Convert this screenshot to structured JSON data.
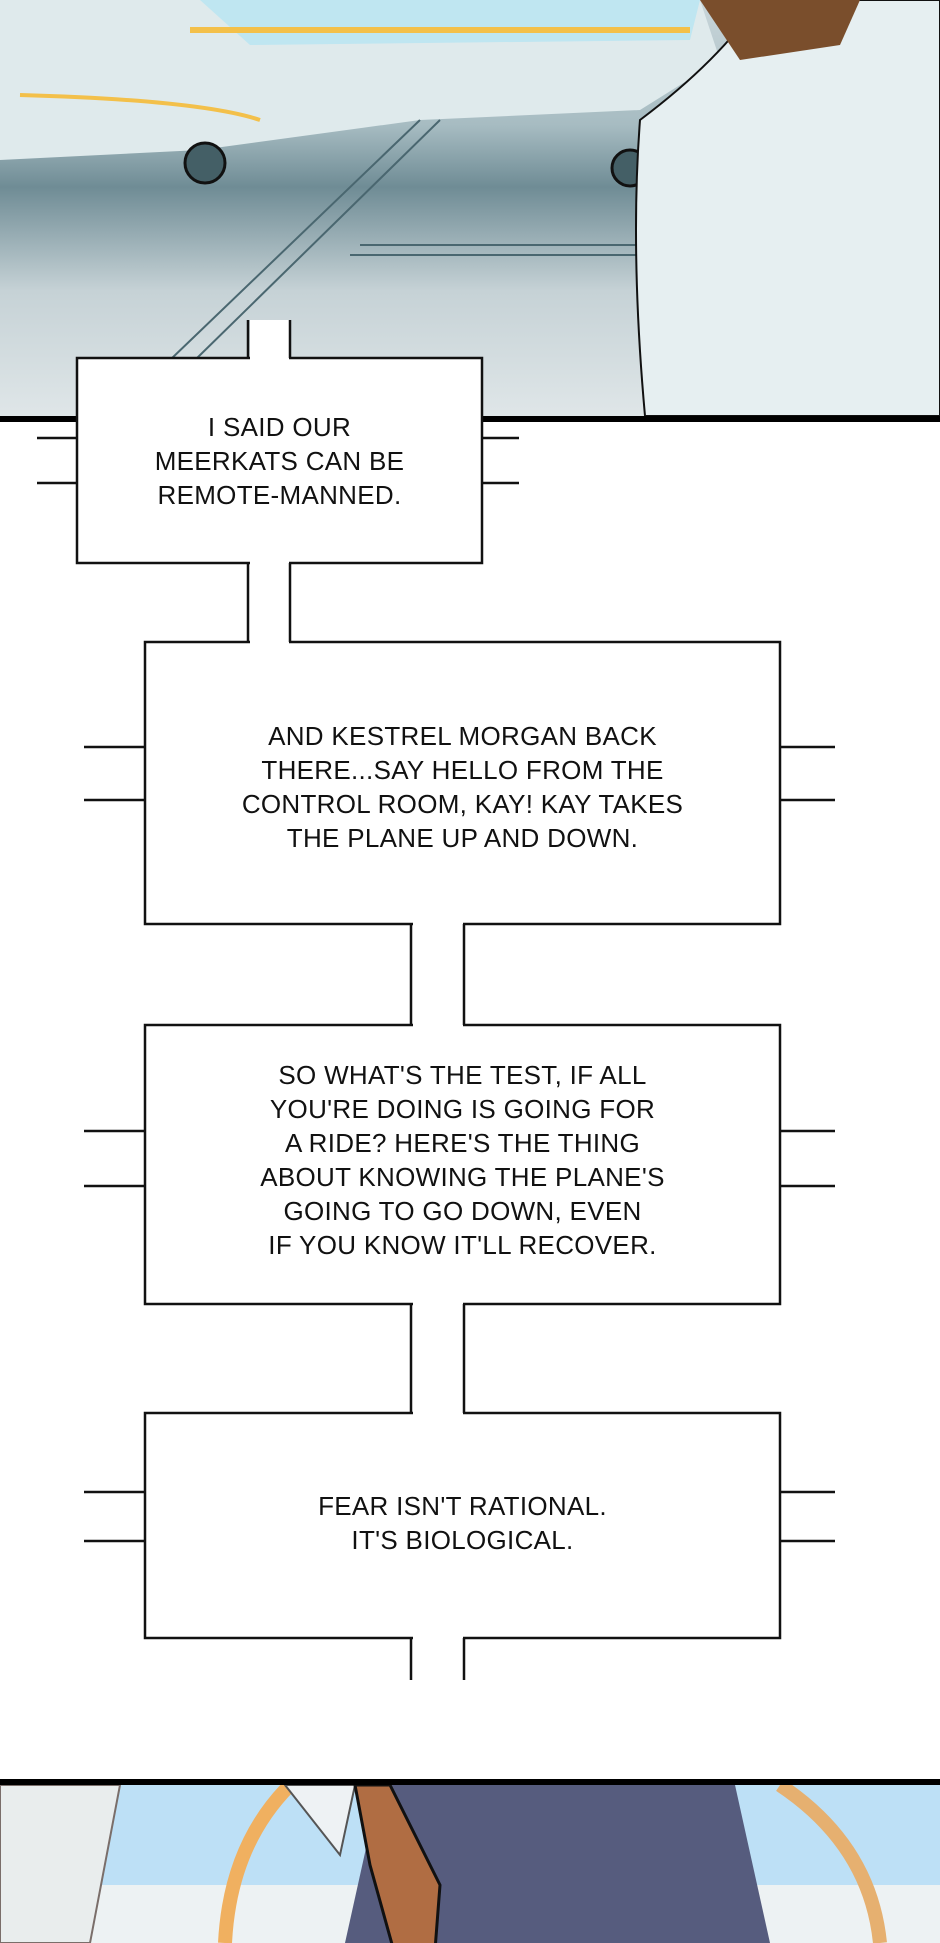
{
  "captions": [
    {
      "text": "I said our\nmeerkats can be\nremote-manned."
    },
    {
      "text": "And Kestrel Morgan back\nthere...say hello from the\ncontrol room, Kay! Kay takes\nthe plane up and down."
    },
    {
      "text": "So what's the test, if all\nyou're doing is going for\na ride? Here's the thing\nabout knowing the plane's\ngoing to go down, even\nif you know it'll recover."
    },
    {
      "text": "Fear isn't rational.\nIt's biological."
    }
  ],
  "colors": {
    "border": "#000000",
    "sky": "#bde0f6",
    "suit": "#565c7e",
    "skin": "#b06d43",
    "coat": "#eef3f4",
    "plane_trim": "#f3c04a"
  }
}
